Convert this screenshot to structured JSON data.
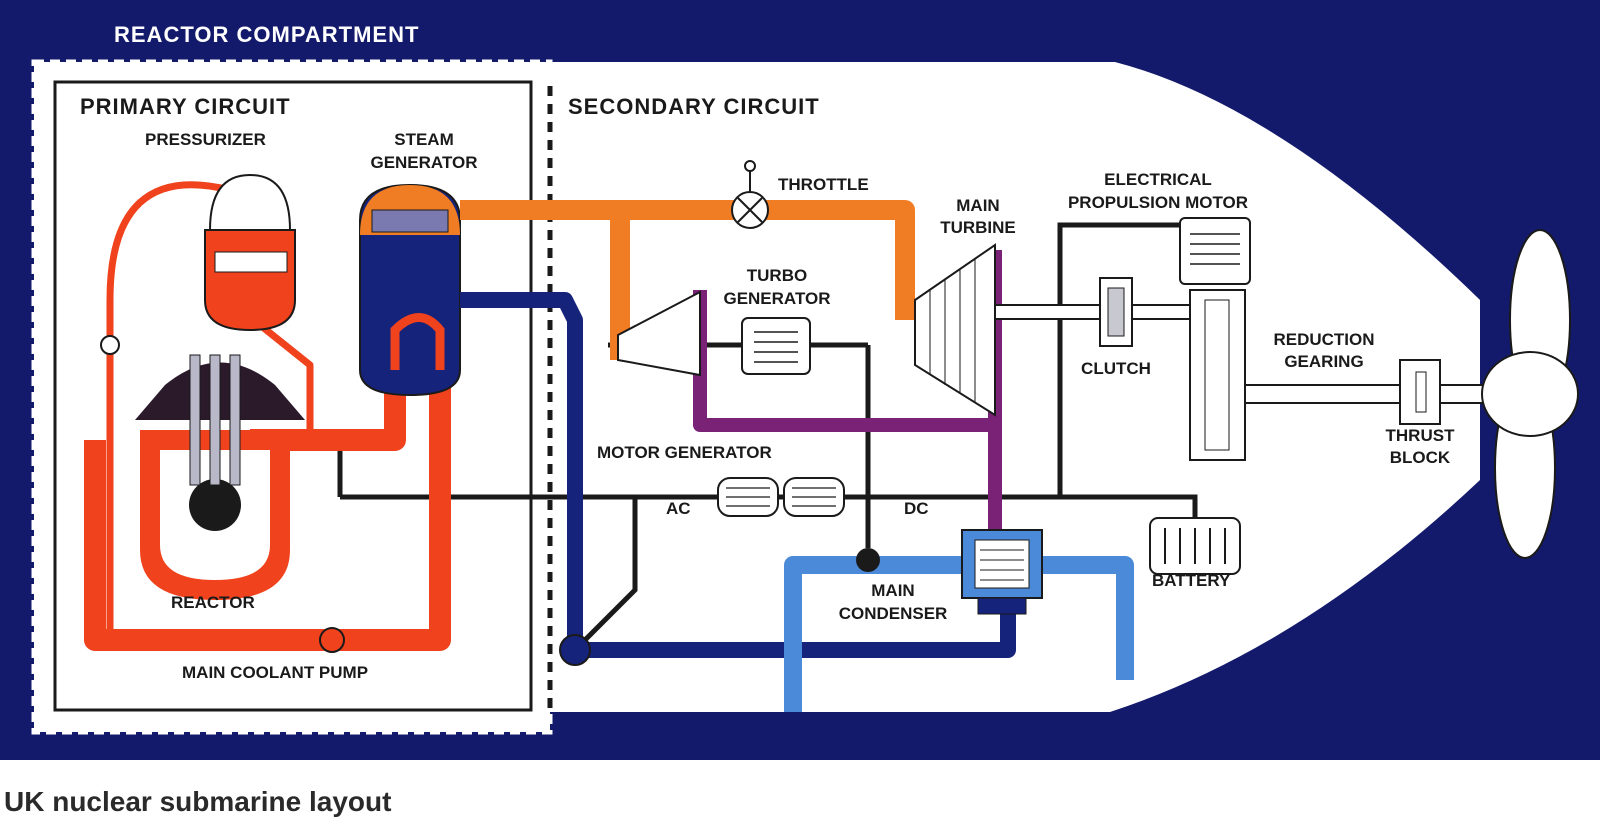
{
  "colors": {
    "background_navy": "#141a6b",
    "primary_red": "#f0421d",
    "steam_orange": "#f07d24",
    "condensate_navy": "#16237a",
    "cooling_blue": "#4a8ad8",
    "exhaust_purple": "#7a2276",
    "electrical_black": "#1a1a1a"
  },
  "diagram": {
    "reactor_compartment": "REACTOR COMPARTMENT",
    "primary_circuit": "PRIMARY CIRCUIT",
    "secondary_circuit": "SECONDARY CIRCUIT",
    "pressurizer": "PRESSURIZER",
    "steam_generator": [
      "STEAM",
      "GENERATOR"
    ],
    "throttle": "THROTTLE",
    "main_turbine": [
      "MAIN",
      "TURBINE"
    ],
    "electrical_propulsion_motor": [
      "ELECTRICAL",
      "PROPULSION MOTOR"
    ],
    "turbo_generator": [
      "TURBO",
      "GENERATOR"
    ],
    "reduction_gearing": [
      "REDUCTION",
      "GEARING"
    ],
    "clutch": "CLUTCH",
    "thrust_block": [
      "THRUST",
      "BLOCK"
    ],
    "motor_generator": "MOTOR GENERATOR",
    "ac": "AC",
    "dc": "DC",
    "reactor": "REACTOR",
    "main_condenser": [
      "MAIN",
      "CONDENSER"
    ],
    "battery": "BATTERY",
    "main_coolant_pump": "MAIN COOLANT PUMP"
  },
  "caption": "UK nuclear submarine layout"
}
